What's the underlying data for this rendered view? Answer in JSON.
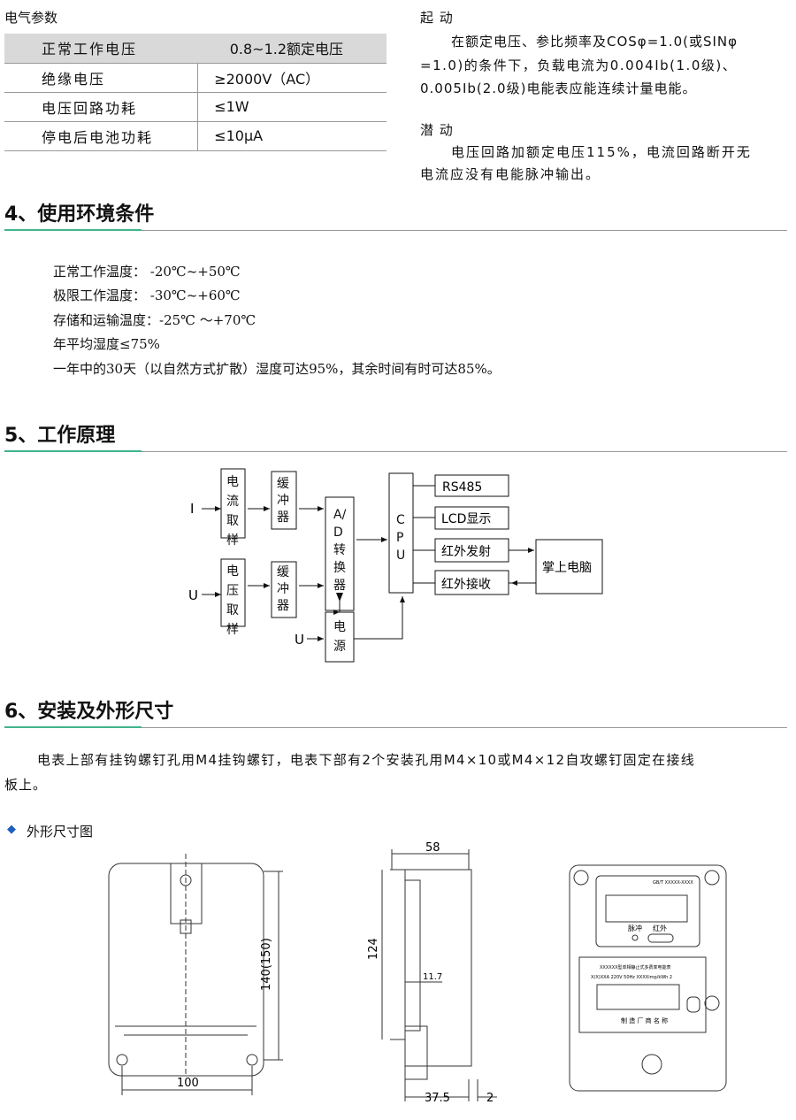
{
  "electrical": {
    "title": "电气参数",
    "rows": [
      [
        "正常工作电压",
        "0.8~1.2额定电压"
      ],
      [
        "绝缘电压",
        "≥2000V（AC）"
      ],
      [
        "电压回路功耗",
        "≤1W"
      ],
      [
        "停电后电池功耗",
        "≤10μA"
      ]
    ]
  },
  "start": {
    "title": "起  动",
    "lines": [
      "在额定电压、参比频率及COSφ=1.0(或SINφ",
      "=1.0)的条件下，负载电流为0.004Ib(1.0级)、",
      "0.005Ib(2.0级)电能表应能连续计量电能。"
    ]
  },
  "creep": {
    "title": "潜  动",
    "lines": [
      "电压回路加额定电压115%，电流回路断开无",
      "电流应没有电能脉冲输出。"
    ]
  },
  "sec4": {
    "title": "4、使用环境条件",
    "lines": [
      "正常工作温度：  -20℃~+50℃",
      "极限工作温度：  -30℃~+60℃",
      "存储和运输温度：-25℃ ～+70℃",
      "年平均湿度≤75%",
      "一年中的30天（以自然方式扩散）湿度可达95%，其余时间有时可达85%。"
    ]
  },
  "sec5": {
    "title": "5、工作原理",
    "diagram": {
      "I": "I",
      "U1": "U",
      "U2": "U",
      "cur_sample": "电流取样",
      "volt_sample": "电压取样",
      "buffer1": "缓冲器",
      "buffer2": "缓冲器",
      "adc": "A/D转换器",
      "power": "电源",
      "cpu": "CPU",
      "rs485": "RS485",
      "lcd": "LCD显示",
      "ir_tx": "红外发射",
      "ir_rx": "红外接收",
      "pda": "掌上电脑"
    }
  },
  "sec6": {
    "title": "6、安装及外形尺寸",
    "para": [
      "电表上部有挂钩螺钉孔用M4挂钩螺钉，电表下部有2个安装孔用M4×10或M4×12自攻螺钉固定在接线",
      "板上。"
    ],
    "fig_title": "外形尺寸图",
    "dims": {
      "height": "140(150)",
      "width": "100",
      "depth": "58",
      "side_h": "124",
      "d117": "11.7",
      "d375": "37.5",
      "d2": "2"
    },
    "front": {
      "std": "GB/T XXXXX-XXXX",
      "pulse": "脉冲",
      "ir": "红外",
      "model": "XXXXXX型单相静止式多费率电能表",
      "spec": "X(X)XXA 220V 50Hz XXXXimp/kWh 2",
      "maker": "制 造 厂 商 名 称"
    }
  },
  "colors": {
    "accent": "#3fb58a",
    "diamond": "#1f5fbf"
  }
}
